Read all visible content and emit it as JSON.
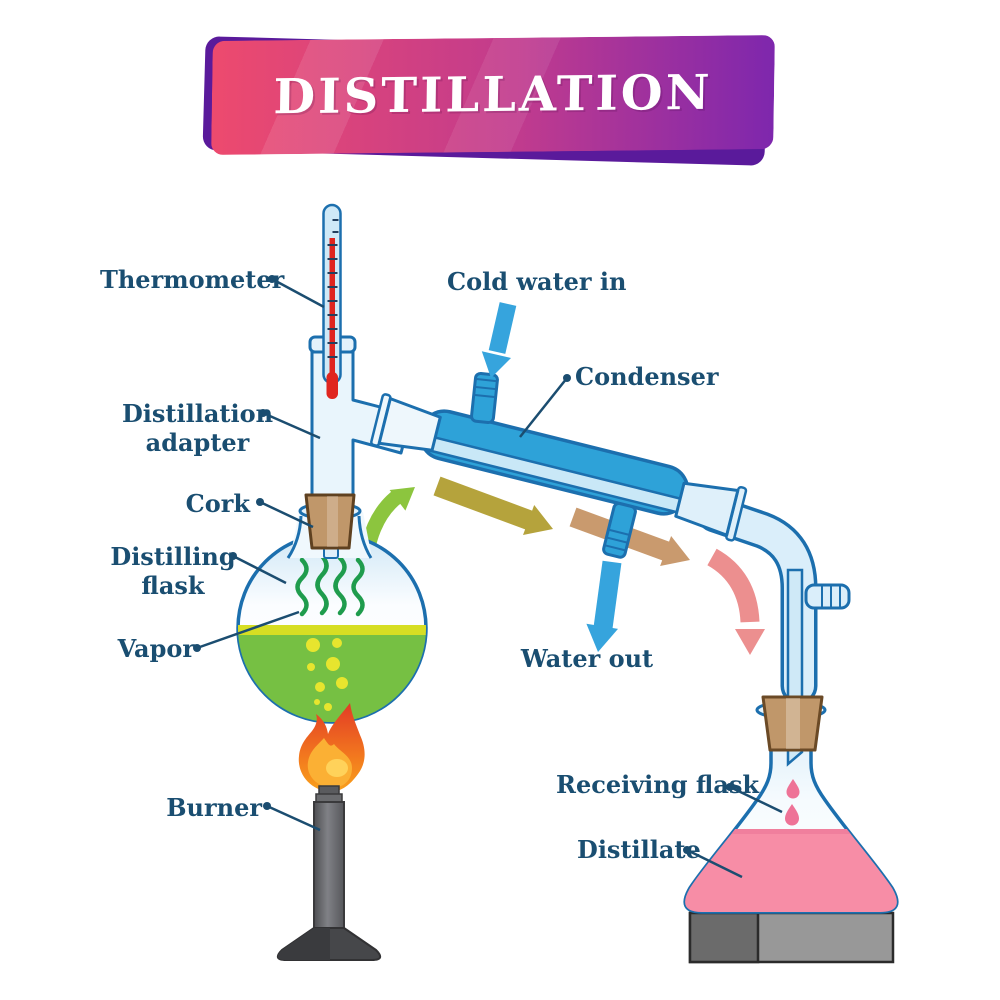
{
  "title": {
    "text": "DISTILLATION"
  },
  "labels": {
    "thermometer": "Thermometer",
    "cold_water_in": "Cold water in",
    "condenser": "Condenser",
    "distillation_adapter": {
      "line1": "Distillation",
      "line2": "adapter"
    },
    "cork": "Cork",
    "distilling_flask": {
      "line1": "Distilling",
      "line2": "flask"
    },
    "vapor": "Vapor",
    "water_out": "Water out",
    "burner": "Burner",
    "receiving_flask": "Receiving flask",
    "distillate": "Distillate"
  },
  "icons": {
    "cold_water_arrow": "blue-down-arrow",
    "water_out_arrow": "blue-down-arrow",
    "vapor_rise_arrow": "green-curved-up-arrow",
    "vapor_flow_arrow": "olive-straight-arrow",
    "condensate_flow_arrow": "tan-straight-arrow",
    "distillate_drop_arrow": "pink-curved-down-arrow"
  },
  "colors": {
    "label_text": "#1a4e71",
    "banner_gradient_start": "#ed4a6e",
    "banner_gradient_mid": "#c03b8e",
    "banner_gradient_end": "#7e27ad",
    "banner_shadow": "#5a1a9b",
    "glass_outline": "#1c6fae",
    "glass_fill_light": "#e3f1fa",
    "condenser_water_blue": "#2ea2d8",
    "thermometer_red": "#e0251f",
    "cork_brown": "#c0976a",
    "liquid_green": "#76c043",
    "liquid_surface_yellow": "#d7de23",
    "bubble_yellow": "#e7e52e",
    "vapor_green": "#1f9c4d",
    "flame_red": "#e23b25",
    "flame_orange": "#f1731f",
    "flame_yellow": "#fbb034",
    "distillate_pink": "#f78da6",
    "droplet_pink": "#ee7397",
    "arrow_green": "#8cc53e",
    "arrow_olive": "#b5a33c",
    "arrow_tan": "#c99a6e",
    "arrow_blue": "#36a4dd",
    "arrow_pink": "#ec8f8f",
    "burner_gray": "#55565a",
    "stand_gray": "#989898"
  }
}
